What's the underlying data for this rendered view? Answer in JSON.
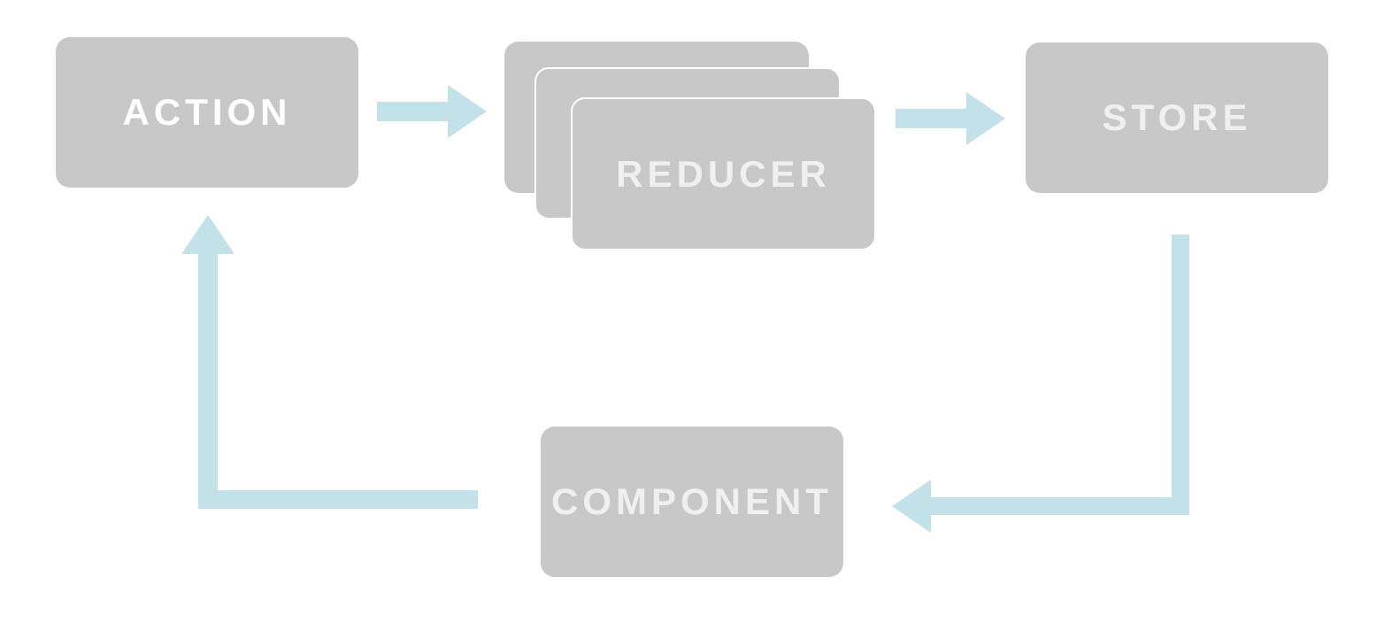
{
  "diagram": {
    "nodes": {
      "action": {
        "label": "ACTION"
      },
      "reducer": {
        "label": "REDUCER"
      },
      "store": {
        "label": "STORE"
      },
      "component": {
        "label": "COMPONENT"
      }
    },
    "edges": [
      {
        "from": "action",
        "to": "reducer"
      },
      {
        "from": "reducer",
        "to": "store"
      },
      {
        "from": "store",
        "to": "component"
      },
      {
        "from": "component",
        "to": "action"
      }
    ]
  },
  "colors": {
    "box": "#c8c8c8",
    "arrow": "#c2e1e8",
    "label": "#f0f0f0",
    "background": "#ffffff"
  }
}
